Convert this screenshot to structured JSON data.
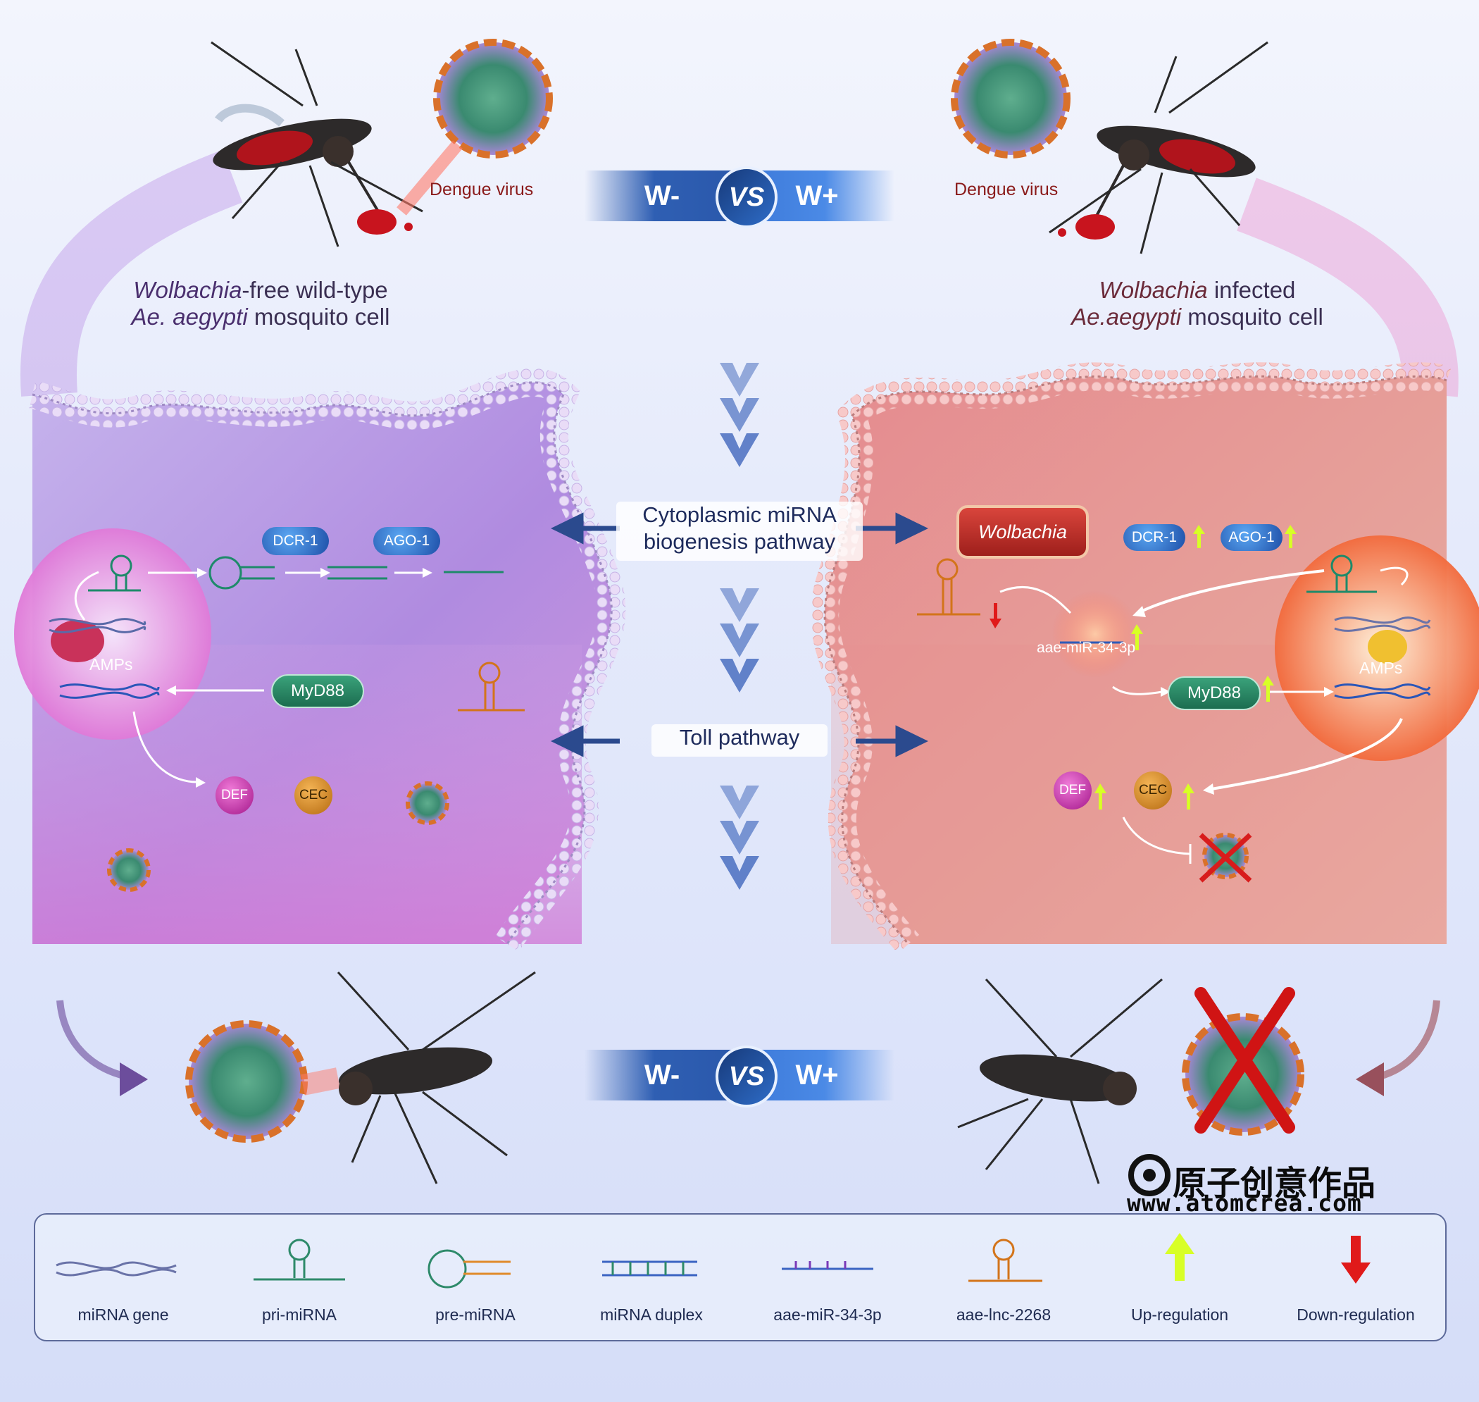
{
  "top": {
    "vs_left": "W-",
    "vs_mid": "VS",
    "vs_right": "W+",
    "virus_label_left": "Dengue virus",
    "virus_label_right": "Dengue virus",
    "left_caption_italic": "Wolbachia",
    "left_caption_rest": "-free wild-type",
    "left_caption_line2_italic": "Ae. aegypti",
    "left_caption_line2_rest": " mosquito cell",
    "right_caption_italic": "Wolbachia",
    "right_caption_rest": " infected",
    "right_caption_line2_italic": "Ae.aegypti",
    "right_caption_line2_rest": " mosquito cell"
  },
  "center": {
    "pathway1_line1": "Cytoplasmic  miRNA",
    "pathway1_line2": "biogenesis pathway",
    "pathway2": "Toll pathway"
  },
  "left_cell": {
    "dcr": "DCR-1",
    "ago": "AGO-1",
    "amps": "AMPs",
    "myd88": "MyD88",
    "def": "DEF",
    "cec": "CEC"
  },
  "right_cell": {
    "wolbachia": "Wolbachia",
    "dcr": "DCR-1",
    "ago": "AGO-1",
    "mir": "aae-miR-34-3p",
    "myd88": "MyD88",
    "amps": "AMPs",
    "def": "DEF",
    "cec": "CEC"
  },
  "bottom": {
    "vs_left": "W-",
    "vs_mid": "VS",
    "vs_right": "W+",
    "brand_cn": "原子创意作品",
    "brand_url": "www.atomcrea.com"
  },
  "legend": [
    {
      "label": "miRNA gene",
      "icon": "dna-helix-icon"
    },
    {
      "label": "pri-miRNA",
      "icon": "pri-mirna-hairpin-icon"
    },
    {
      "label": "pre-miRNA",
      "icon": "pre-mirna-loop-icon"
    },
    {
      "label": "miRNA duplex",
      "icon": "mirna-duplex-icon"
    },
    {
      "label": "aae-miR-34-3p",
      "icon": "mature-mirna-icon"
    },
    {
      "label": "aae-lnc-2268",
      "icon": "lncrna-hairpin-icon"
    },
    {
      "label": "Up-regulation",
      "icon": "up-arrow-icon"
    },
    {
      "label": "Down-regulation",
      "icon": "down-arrow-icon"
    }
  ],
  "colors": {
    "left_cell": "#b98be0",
    "right_cell": "#e79595",
    "arrow_dark": "#2b4a8e",
    "up": "#d8ff26",
    "down": "#e01a1a",
    "virus_orange": "#d9712a",
    "virus_green": "#3a9a7c",
    "virus_purple": "#9a83c8"
  }
}
